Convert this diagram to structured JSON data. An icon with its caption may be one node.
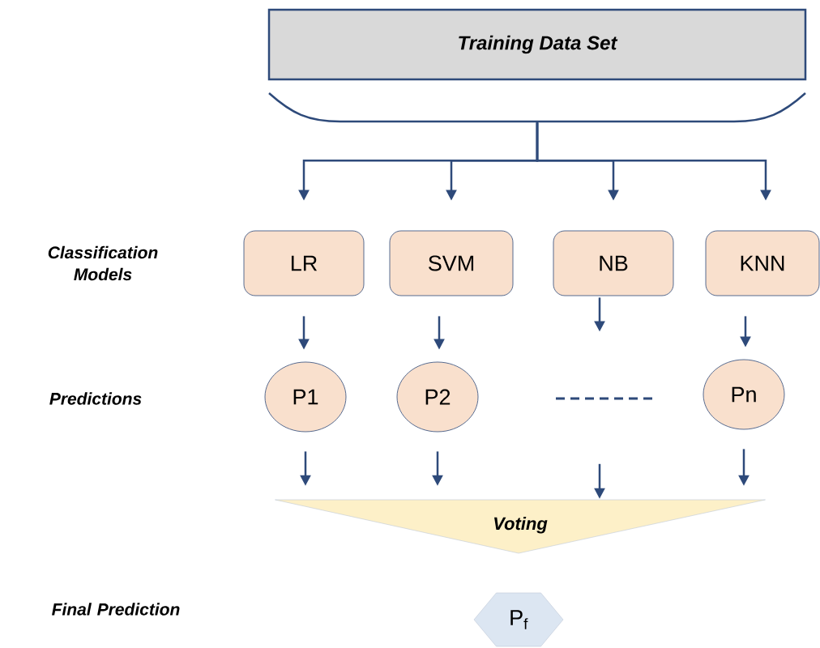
{
  "diagram": {
    "nodes": [
      {
        "text": [
          "Training Data Set"
        ]
      },
      {
        "text": [
          "LR"
        ]
      },
      {
        "text": [
          "SVM"
        ]
      },
      {
        "text": [
          "NB"
        ]
      },
      {
        "text": [
          "KNN"
        ]
      },
      {
        "text": [
          "P1"
        ]
      },
      {
        "text": [
          "P2"
        ]
      },
      {
        "text": [
          "Pn"
        ]
      },
      {
        "text": [
          "Voting"
        ]
      },
      {
        "text": [
          "P$_{f}$"
        ]
      }
    ],
    "edges": [
      {
        "from": 0,
        "to": 1,
        "arrow": "to"
      },
      {
        "from": 0,
        "to": 2,
        "arrow": "to"
      },
      {
        "from": 0,
        "to": 3,
        "arrow": "to"
      },
      {
        "from": 0,
        "to": 4,
        "arrow": "to"
      },
      {
        "from": 1,
        "to": 5,
        "arrow": "to"
      },
      {
        "from": 2,
        "to": 6,
        "arrow": "to"
      },
      {
        "from": 3,
        "to": null,
        "arrow": "to"
      },
      {
        "from": 4,
        "to": 7,
        "arrow": "to"
      },
      {
        "from": 5,
        "to": 8,
        "arrow": "to"
      },
      {
        "from": 6,
        "to": 8,
        "arrow": "to"
      },
      {
        "from": null,
        "to": 8,
        "arrow": "to"
      },
      {
        "from": 7,
        "to": 8,
        "arrow": "to"
      }
    ],
    "labels": [
      "Classification Models",
      "Predictions",
      "Final Prediction"
    ]
  }
}
